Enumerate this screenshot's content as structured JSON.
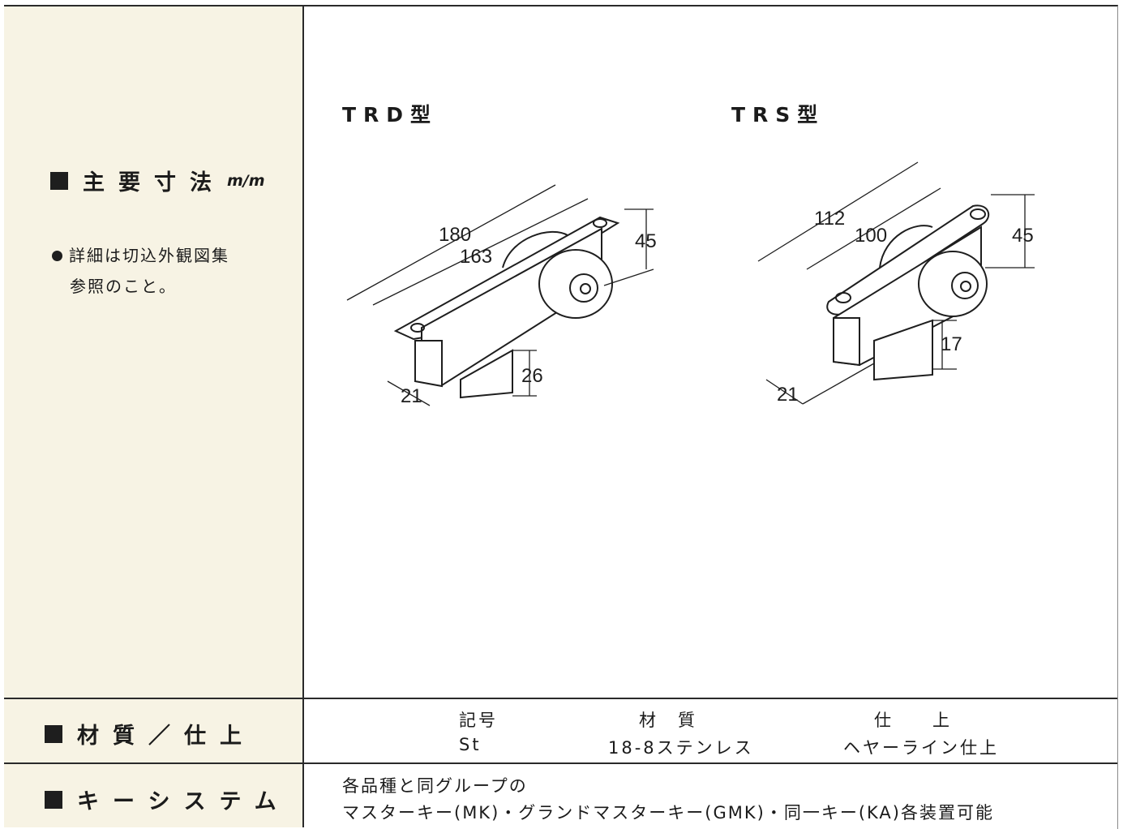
{
  "dimensions_section": {
    "heading": "主要寸法",
    "unit": "m/m",
    "note_line1": "詳細は切込外観図集",
    "note_line2": "参照のこと。"
  },
  "models": [
    {
      "name": "TRD型",
      "dims": {
        "overall": "180",
        "inner": "163",
        "height": "45",
        "depth": "21",
        "cylinder": "26"
      }
    },
    {
      "name": "TRS型",
      "dims": {
        "overall": "112",
        "inner": "100",
        "height": "45",
        "depth": "21",
        "cylinder": "17"
      }
    }
  ],
  "material_section": {
    "heading": "材質／仕上",
    "headers": [
      "記号",
      "材　質",
      "仕　　上"
    ],
    "row": [
      "St",
      "18-8ステンレス",
      "ヘヤーライン仕上"
    ]
  },
  "key_section": {
    "heading": "キーシステム",
    "line1": "各品種と同グループの",
    "line2": "マスターキー(MK)・グランドマスターキー(GMK)・同一キー(KA)各装置可能"
  },
  "colors": {
    "left_panel": "#f7f3e4",
    "ink": "#1e1e1e",
    "rule": "#2a2a2a"
  }
}
